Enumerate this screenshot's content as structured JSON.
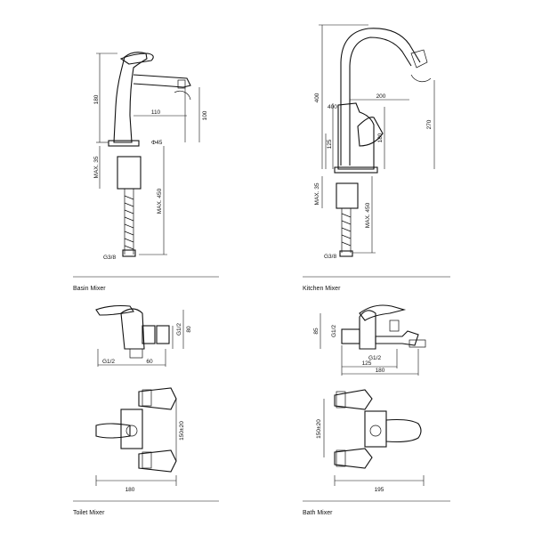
{
  "panels": {
    "basin": {
      "caption": "Basin Mixer",
      "dims": {
        "height": "180",
        "spout_reach": "110",
        "spout_height": "100",
        "max35": "MAX. 35",
        "max450": "MAX. 450",
        "thread": "G3/8",
        "base": "Φ45"
      }
    },
    "kitchen": {
      "caption": "Kitchen Mixer",
      "dims": {
        "total": "400",
        "spout_reach": "200",
        "body": "400",
        "spout_height": "270",
        "lever": "180",
        "base": "125",
        "max35": "MAX. 35",
        "max450": "MAX. 450",
        "thread": "G3/8"
      }
    },
    "toilet": {
      "caption": "Toilet Mixer",
      "dims": {
        "g12": "G1/2",
        "height": "80",
        "ecc": "G1/2",
        "reach": "60",
        "centers": "150±20",
        "width": "180"
      }
    },
    "bath": {
      "caption": "Bath Mixer",
      "dims": {
        "height": "85",
        "g12a": "G1/2",
        "g12b": "G1/2",
        "w125": "125",
        "w180": "180",
        "centers": "150±20",
        "width": "195"
      }
    }
  }
}
